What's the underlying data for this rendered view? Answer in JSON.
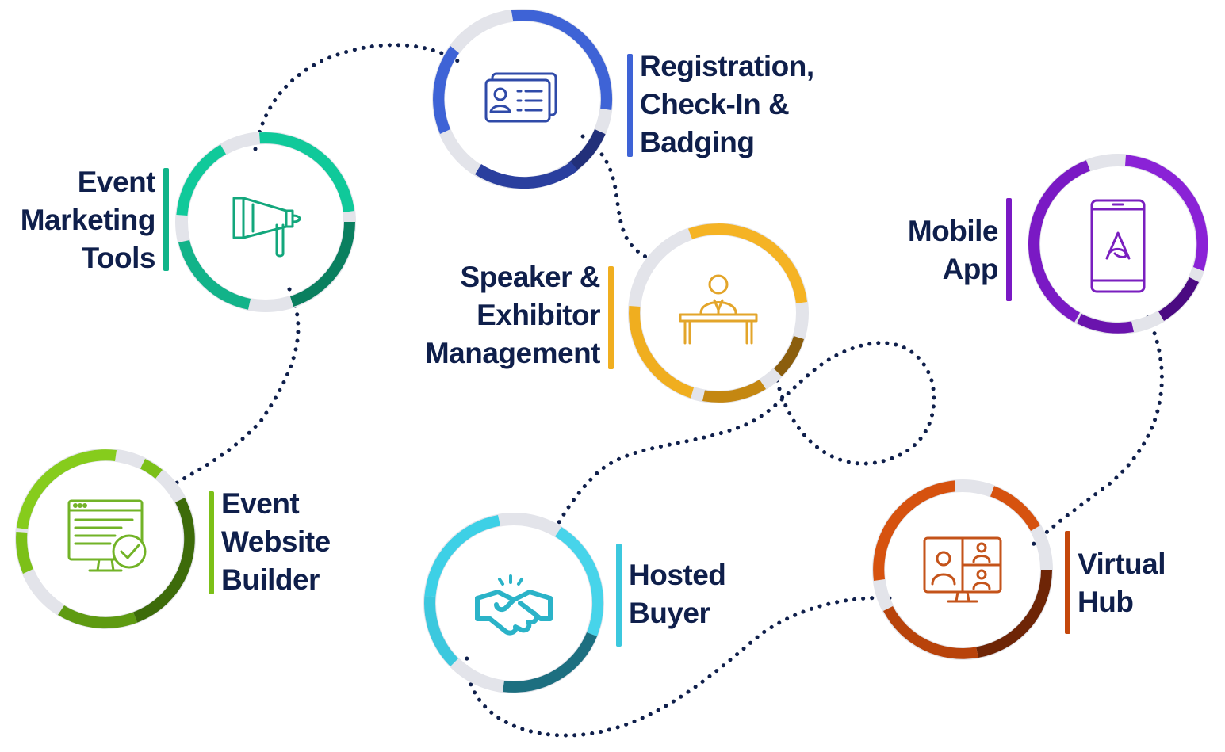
{
  "colors": {
    "text": "#0f1f4b",
    "connector": "#0f1f4b",
    "registration": "#3e63d6",
    "marketing": "#10b489",
    "speaker": "#f0ae1f",
    "mobile": "#7a19c4",
    "website": "#7cc018",
    "hosted": "#3cc8de",
    "virtual": "#c4480c"
  },
  "features": [
    {
      "key": "registration",
      "icon": "id-badge-icon",
      "label": [
        "Registration,",
        "Check-In &",
        "Badging"
      ]
    },
    {
      "key": "marketing",
      "icon": "megaphone-icon",
      "label": [
        "Event",
        "Marketing",
        "Tools"
      ]
    },
    {
      "key": "speaker",
      "icon": "speaker-podium-icon",
      "label": [
        "Speaker &",
        "Exhibitor",
        "Management"
      ]
    },
    {
      "key": "mobile",
      "icon": "mobile-phone-icon",
      "label": [
        "Mobile",
        "App"
      ]
    },
    {
      "key": "website",
      "icon": "website-builder-icon",
      "label": [
        "Event",
        "Website",
        "Builder"
      ]
    },
    {
      "key": "hosted",
      "icon": "handshake-icon",
      "label": [
        "Hosted",
        "Buyer"
      ]
    },
    {
      "key": "virtual",
      "icon": "video-conference-icon",
      "label": [
        "Virtual",
        "Hub"
      ]
    }
  ]
}
